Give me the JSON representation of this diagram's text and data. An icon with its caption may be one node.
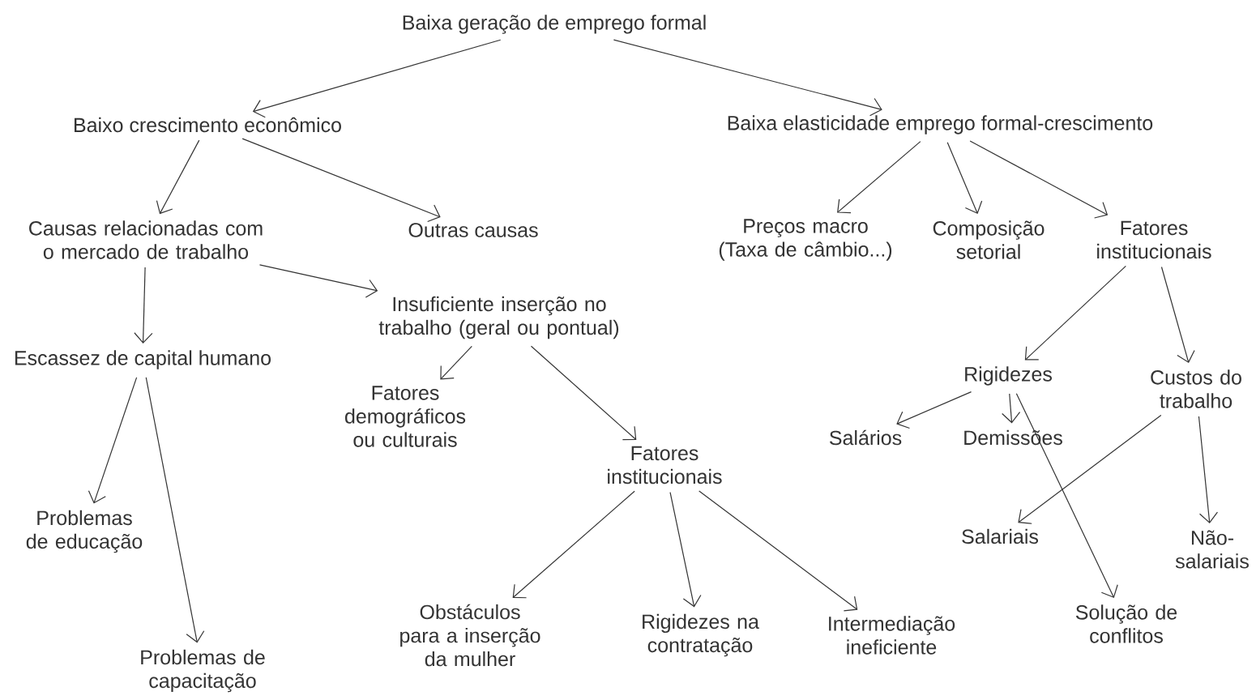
{
  "diagram": {
    "nodes": [
      {
        "text": [
          "Baixa geração de emprego formal"
        ]
      },
      {
        "text": [
          "Baixo crescimento econômico"
        ]
      },
      {
        "text": [
          "Baixa elasticidade emprego formal-crescimento"
        ]
      },
      {
        "text": [
          "Causas relacionadas com o mercado de trabalho"
        ]
      },
      {
        "text": [
          "Outras causas"
        ]
      },
      {
        "text": [
          "Insuficiente inserção no trabalho (geral ou pontual)"
        ]
      },
      {
        "text": [
          "Preços macro (Taxa de câmbio...)"
        ]
      },
      {
        "text": [
          "Composição setorial"
        ]
      },
      {
        "text": [
          "Fatores institucionais"
        ]
      },
      {
        "text": [
          "Escassez de capital humano"
        ]
      },
      {
        "text": [
          "Fatores demográficos ou culturais"
        ]
      },
      {
        "text": [
          "Fatores institucionais"
        ]
      },
      {
        "text": [
          "Rigidezes"
        ]
      },
      {
        "text": [
          "Custos do trabalho"
        ]
      },
      {
        "text": [
          "Salários"
        ]
      },
      {
        "text": [
          "Demissões"
        ]
      },
      {
        "text": [
          "Problemas de educação"
        ]
      },
      {
        "text": [
          "Obstáculos para a inserção da mulher"
        ]
      },
      {
        "text": [
          "Rigidezes na contratação"
        ]
      },
      {
        "text": [
          "Intermediação ineficiente"
        ]
      },
      {
        "text": [
          "Salariais"
        ]
      },
      {
        "text": [
          "Não-salariais"
        ]
      },
      {
        "text": [
          "Solução de conflitos"
        ]
      },
      {
        "text": [
          "Problemas de capacitação"
        ]
      }
    ],
    "edges": [
      {
        "from": 0,
        "to": 1,
        "arrow": "to"
      },
      {
        "from": 0,
        "to": 2,
        "arrow": "to"
      },
      {
        "from": 1,
        "to": 3,
        "arrow": "to"
      },
      {
        "from": 1,
        "to": 4,
        "arrow": "to"
      },
      {
        "from": 3,
        "to": 5,
        "arrow": "to"
      },
      {
        "from": 3,
        "to": 9,
        "arrow": "to"
      },
      {
        "from": 2,
        "to": 6,
        "arrow": "to"
      },
      {
        "from": 2,
        "to": 7,
        "arrow": "to"
      },
      {
        "from": 2,
        "to": 8,
        "arrow": "to"
      },
      {
        "from": 5,
        "to": 10,
        "arrow": "to"
      },
      {
        "from": 5,
        "to": 11,
        "arrow": "to"
      },
      {
        "from": 8,
        "to": 12,
        "arrow": "to"
      },
      {
        "from": 8,
        "to": 13,
        "arrow": "to"
      },
      {
        "from": 12,
        "to": 14,
        "arrow": "to"
      },
      {
        "from": 12,
        "to": 15,
        "arrow": "to"
      },
      {
        "from": 12,
        "to": 22,
        "arrow": "to"
      },
      {
        "from": 13,
        "to": 20,
        "arrow": "to"
      },
      {
        "from": 13,
        "to": 21,
        "arrow": "to"
      },
      {
        "from": 9,
        "to": 16,
        "arrow": "to"
      },
      {
        "from": 9,
        "to": 23,
        "arrow": "to"
      },
      {
        "from": 11,
        "to": 17,
        "arrow": "to"
      },
      {
        "from": 11,
        "to": 18,
        "arrow": "to"
      },
      {
        "from": 11,
        "to": 19,
        "arrow": "to"
      }
    ]
  }
}
